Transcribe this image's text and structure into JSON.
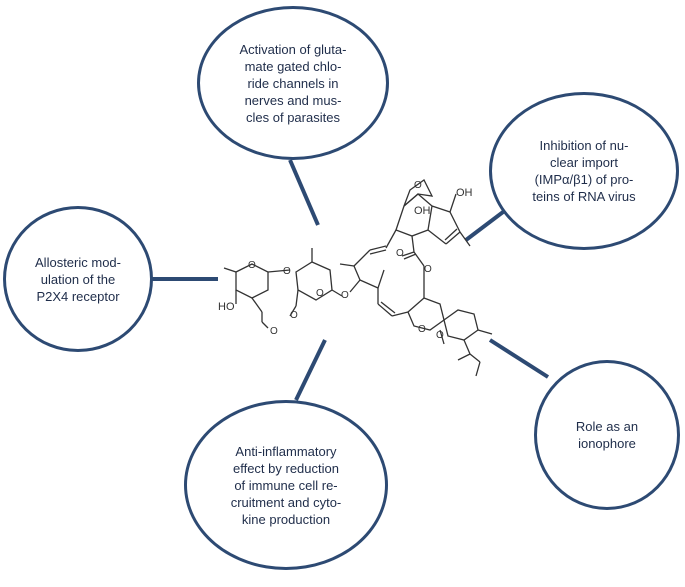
{
  "colors": {
    "bubble_border": "#2d4a73",
    "connector": "#2d4a73",
    "text": "#1f2d4a",
    "molecule": "#333333"
  },
  "bubbles": {
    "top": {
      "lines": [
        "Activation of gluta-",
        "mate gated chlo-",
        "ride channels in",
        "nerves and mus-",
        "cles of parasites"
      ]
    },
    "right": {
      "lines": [
        "Inhibition of nu-",
        "clear import",
        "(IMPα/β1) of pro-",
        "teins of RNA virus"
      ]
    },
    "left": {
      "lines": [
        "Allosteric mod-",
        "ulation of the",
        "P2X4 receptor"
      ]
    },
    "bottom_right": {
      "lines": [
        "Role as an",
        "ionophore"
      ]
    },
    "bottom": {
      "lines": [
        "Anti-inflammatory",
        "effect by reduction",
        "of immune cell re-",
        "cruitment and cyto-",
        "kine production"
      ]
    }
  },
  "molecule_labels": {
    "oh_top": "OH",
    "oh_mid": "OH",
    "ho_left": "HO"
  }
}
